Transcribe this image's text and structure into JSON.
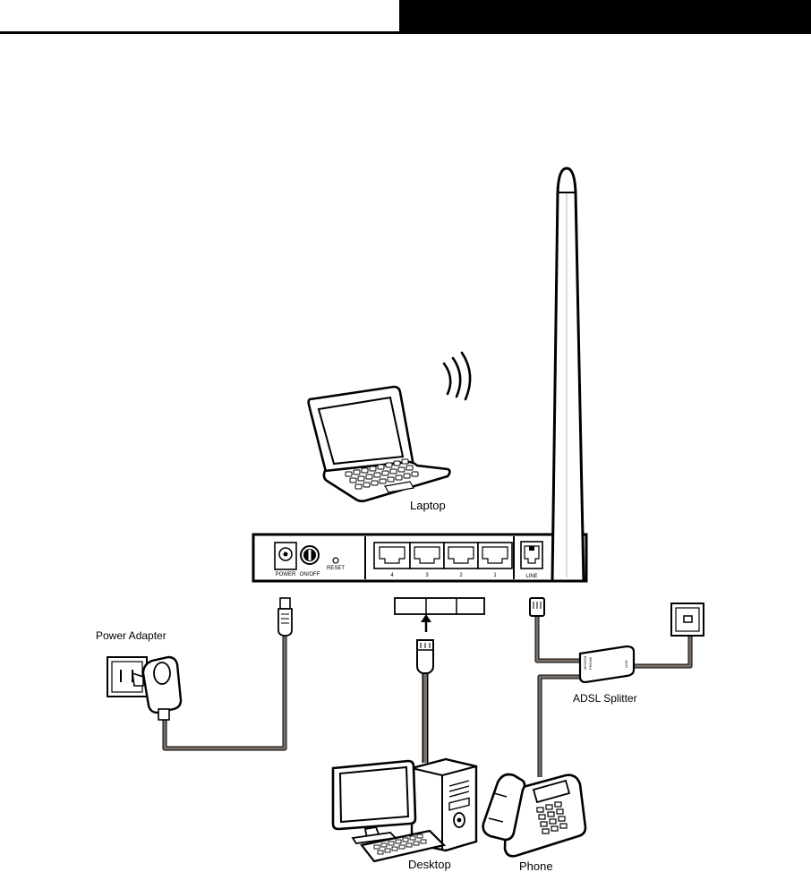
{
  "labels": {
    "laptop": "Laptop",
    "power_adapter": "Power Adapter",
    "adsl_splitter": "ADSL Splitter",
    "desktop": "Desktop",
    "phone": "Phone"
  },
  "router_panel": {
    "power": "POWER",
    "on_off": "ON/OFF",
    "reset": "RESET",
    "line": "LINE",
    "lan_ports": [
      "4",
      "3",
      "2",
      "1"
    ]
  },
  "splitter_ports": {
    "modem": "MODEM",
    "phone": "PHONE",
    "line": "LINE"
  },
  "colors": {
    "header_bar": "#000000",
    "cable": "#7a7068",
    "cable_outline": "#000000"
  }
}
